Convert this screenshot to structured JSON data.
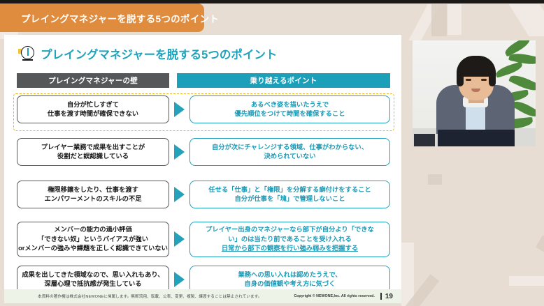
{
  "window": {
    "tab_label": "プレイングマネジャーを脱する5つのポイント"
  },
  "slide": {
    "title": "プレイングマネジャーを脱する5つのポイント",
    "title_icon": "clock-check-icon",
    "accent_teal": "#1fa2bb",
    "accent_orange": "#e08c3e",
    "highlight_color": "#e8b726",
    "headers": {
      "left": "プレイングマネジャーの壁",
      "right": "乗り越えるポイント"
    },
    "rows": [
      {
        "highlighted": true,
        "wall": [
          "自分が忙しすぎて",
          "仕事を渡す時間が確保できない"
        ],
        "point": [
          "あるべき姿を描いたうえで",
          "優先順位をつけて時間を確保すること"
        ],
        "point_underline": []
      },
      {
        "highlighted": false,
        "wall": [
          "プレイヤー業務で成果を出すことが",
          "役割だと誤認識している"
        ],
        "point": [
          "自分が次にチャレンジする領域、仕事がわからない、",
          "決められていない"
        ],
        "point_underline": []
      },
      {
        "highlighted": false,
        "wall": [
          "権限移譲をしたり、仕事を渡す",
          "エンパワーメントのスキルの不足"
        ],
        "point": [
          "任せる「仕事」と「権限」を分解する癖付けをすること",
          "自分が仕事を「塊」で管理しないこと"
        ],
        "point_underline": []
      },
      {
        "highlighted": false,
        "wall": [
          "メンバーの能力の過小評価",
          "「できない奴」というバイアスが強い",
          "orメンバーの強みや課題を正しく認識できていない"
        ],
        "point": [
          "プレイヤー出身のマネジャーなら部下が自分より「できな",
          "い」のは当たり前であることを受け入れる",
          "日常から部下の観察を行い強み弱みを把握する"
        ],
        "point_underline": [
          2
        ]
      },
      {
        "highlighted": false,
        "wall": [
          "成果を出してきた領域なので、思い入れもあり、",
          "深層心理で抵抗感が発生している"
        ],
        "point": [
          "業務への思い入れは認めたうえで、",
          "自身の価値観や考え方に気づく"
        ],
        "point_underline": []
      }
    ],
    "footer": {
      "notice": "本資料の著作権は株式会社NEWONEに帰属します。無断流用、転載、公表、変更、複製、譲渡することは禁止されています。",
      "copyright": "Copyright © NEWONE,Inc. All rights reserved.",
      "page_number": "19"
    }
  },
  "video": {
    "label": "presenter-video"
  }
}
